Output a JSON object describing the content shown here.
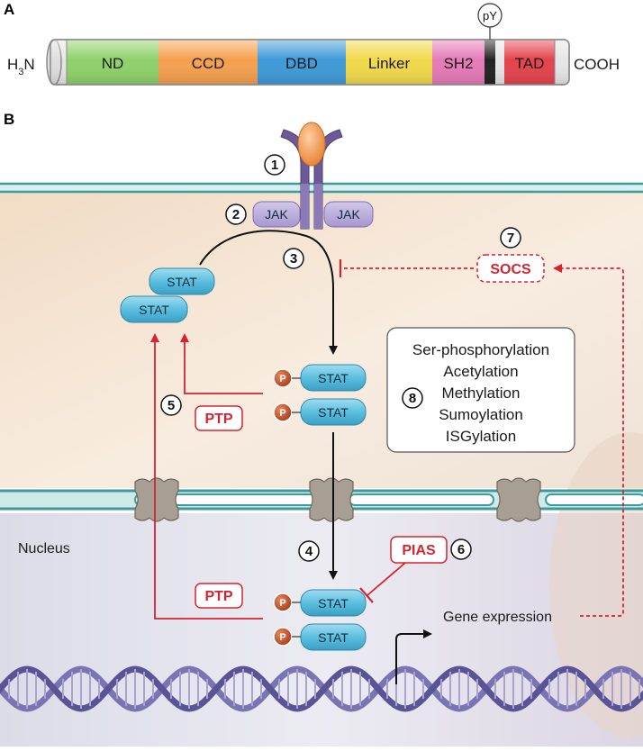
{
  "panel_a": {
    "letter": "A",
    "n_terminus": "H",
    "n_terminus_sub": "3",
    "n_terminus_tail": "N",
    "c_terminus": "COOH",
    "phospho_site": "pY",
    "domains": [
      {
        "label": "ND",
        "color": "#8fd16a"
      },
      {
        "label": "CCD",
        "color": "#f5a04e"
      },
      {
        "label": "DBD",
        "color": "#3f9ad8"
      },
      {
        "label": "Linker",
        "color": "#f2d94a"
      },
      {
        "label": "SH2",
        "color": "#e57ab6"
      },
      {
        "label": "TAD",
        "color": "#e4434c"
      }
    ]
  },
  "panel_b": {
    "letter": "B",
    "jak_left": "JAK",
    "jak_right": "JAK",
    "stat_label": "STAT",
    "phospho_label": "P",
    "nucleus_label": "Nucleus",
    "gene_expression": "Gene expression",
    "socs": "SOCS",
    "ptp_upper": "PTP",
    "ptp_lower": "PTP",
    "pias": "PIAS",
    "steps": [
      "1",
      "2",
      "3",
      "4",
      "5",
      "6",
      "7",
      "8"
    ],
    "modifications": [
      "Ser-phosphorylation",
      "Acetylation",
      "Methylation",
      "Sumoylation",
      "ISGylation"
    ]
  },
  "colors": {
    "stat_fill": "#5cbfdf",
    "inhibition_red": "#d7232f",
    "membrane": "#3f9a9a",
    "jak_fill": "#b3a3d6",
    "receptor": "#6c5a96",
    "ligand": "#f0904a",
    "phospho": "#c0502a",
    "dna": "#7b74b3"
  }
}
